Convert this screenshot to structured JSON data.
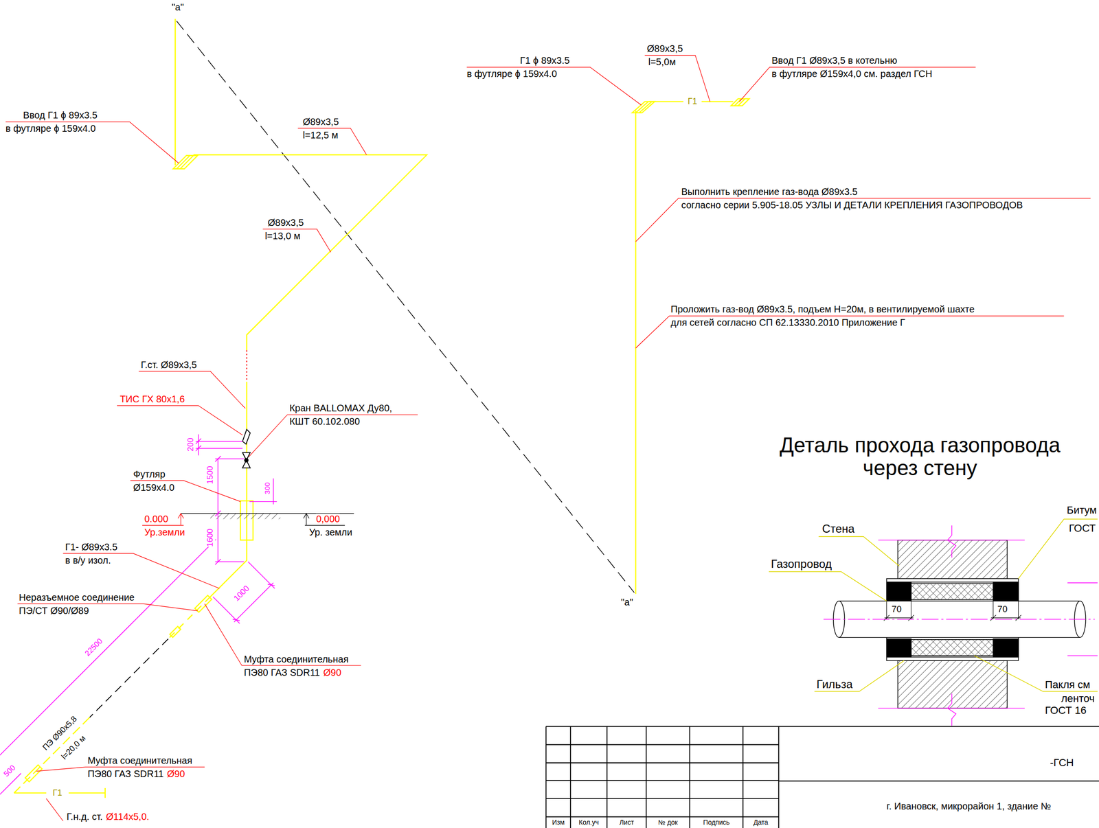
{
  "diagram": {
    "title": "Деталь прохода газопровода через стену",
    "labels": [
      "\"a\"",
      "Ввод Г1 ϕ 89х3.5",
      "в футляре ϕ 159х4.0",
      "Ø89х3,5",
      "l=12,5 м",
      "Ø89х3,5",
      "l=13,0 м",
      "Г.ст. Ø89х3,5",
      "ТИС ГХ 80х1,6",
      "Кран BALLOMAX Ду80,",
      "КШТ 60.102.080",
      "200",
      "1500",
      "300",
      "Футляр",
      "Ø159х4.0",
      "0.000",
      "Ур.земли",
      "0,000",
      "Ур. земли",
      "1600",
      "Г1- Ø89х3.5",
      "в в/у изол.",
      "Неразъемное соединение",
      "ПЭ/СТ Ø90/Ø89",
      "1000",
      "Муфта соединительная",
      "ПЭ80 ГАЗ SDR11",
      "Ø90",
      "22500",
      "ПЭ Ø90х5,8",
      "l=20,0 м",
      "500",
      "Муфта соединительная",
      "ПЭ80 ГАЗ SDR11",
      "Ø90",
      "Г1",
      "Г.н.д. ст.",
      "Ø114х5,0.",
      "Г1 ϕ 89х3.5",
      "в футляре ϕ 159х4.0",
      "Ø89х3,5",
      "l=5,0м",
      "Ввод Г1 Ø89х3,5 в котельню",
      "в футляре Ø159х4,0 см. раздел ГСН",
      "Г1",
      "Выполнить крепление газ-вода Ø89х3.5",
      "согласно серии 5.905-18.05 УЗЛЫ И ДЕТАЛИ КРЕПЛЕНИЯ ГАЗОПРОВОДОВ",
      "Проложить газ-вод Ø89х3.5, подъем Н=20м, в вентилируемой шахте",
      "для сетей согласно СП 62.13330.2010 Приложение Г",
      "\"a\"",
      "Битум",
      "ГОСТ",
      "Стена",
      "Газопровод",
      "70",
      "70",
      "Гильза",
      "Пакля см",
      "ленточ",
      "ГОСТ 16",
      "-ГСН",
      "г. Ивановск, микрорайон 1, здание №",
      "Изм",
      "Кол.уч",
      "Лист",
      "№ док",
      "Подпись",
      "Дата"
    ]
  }
}
